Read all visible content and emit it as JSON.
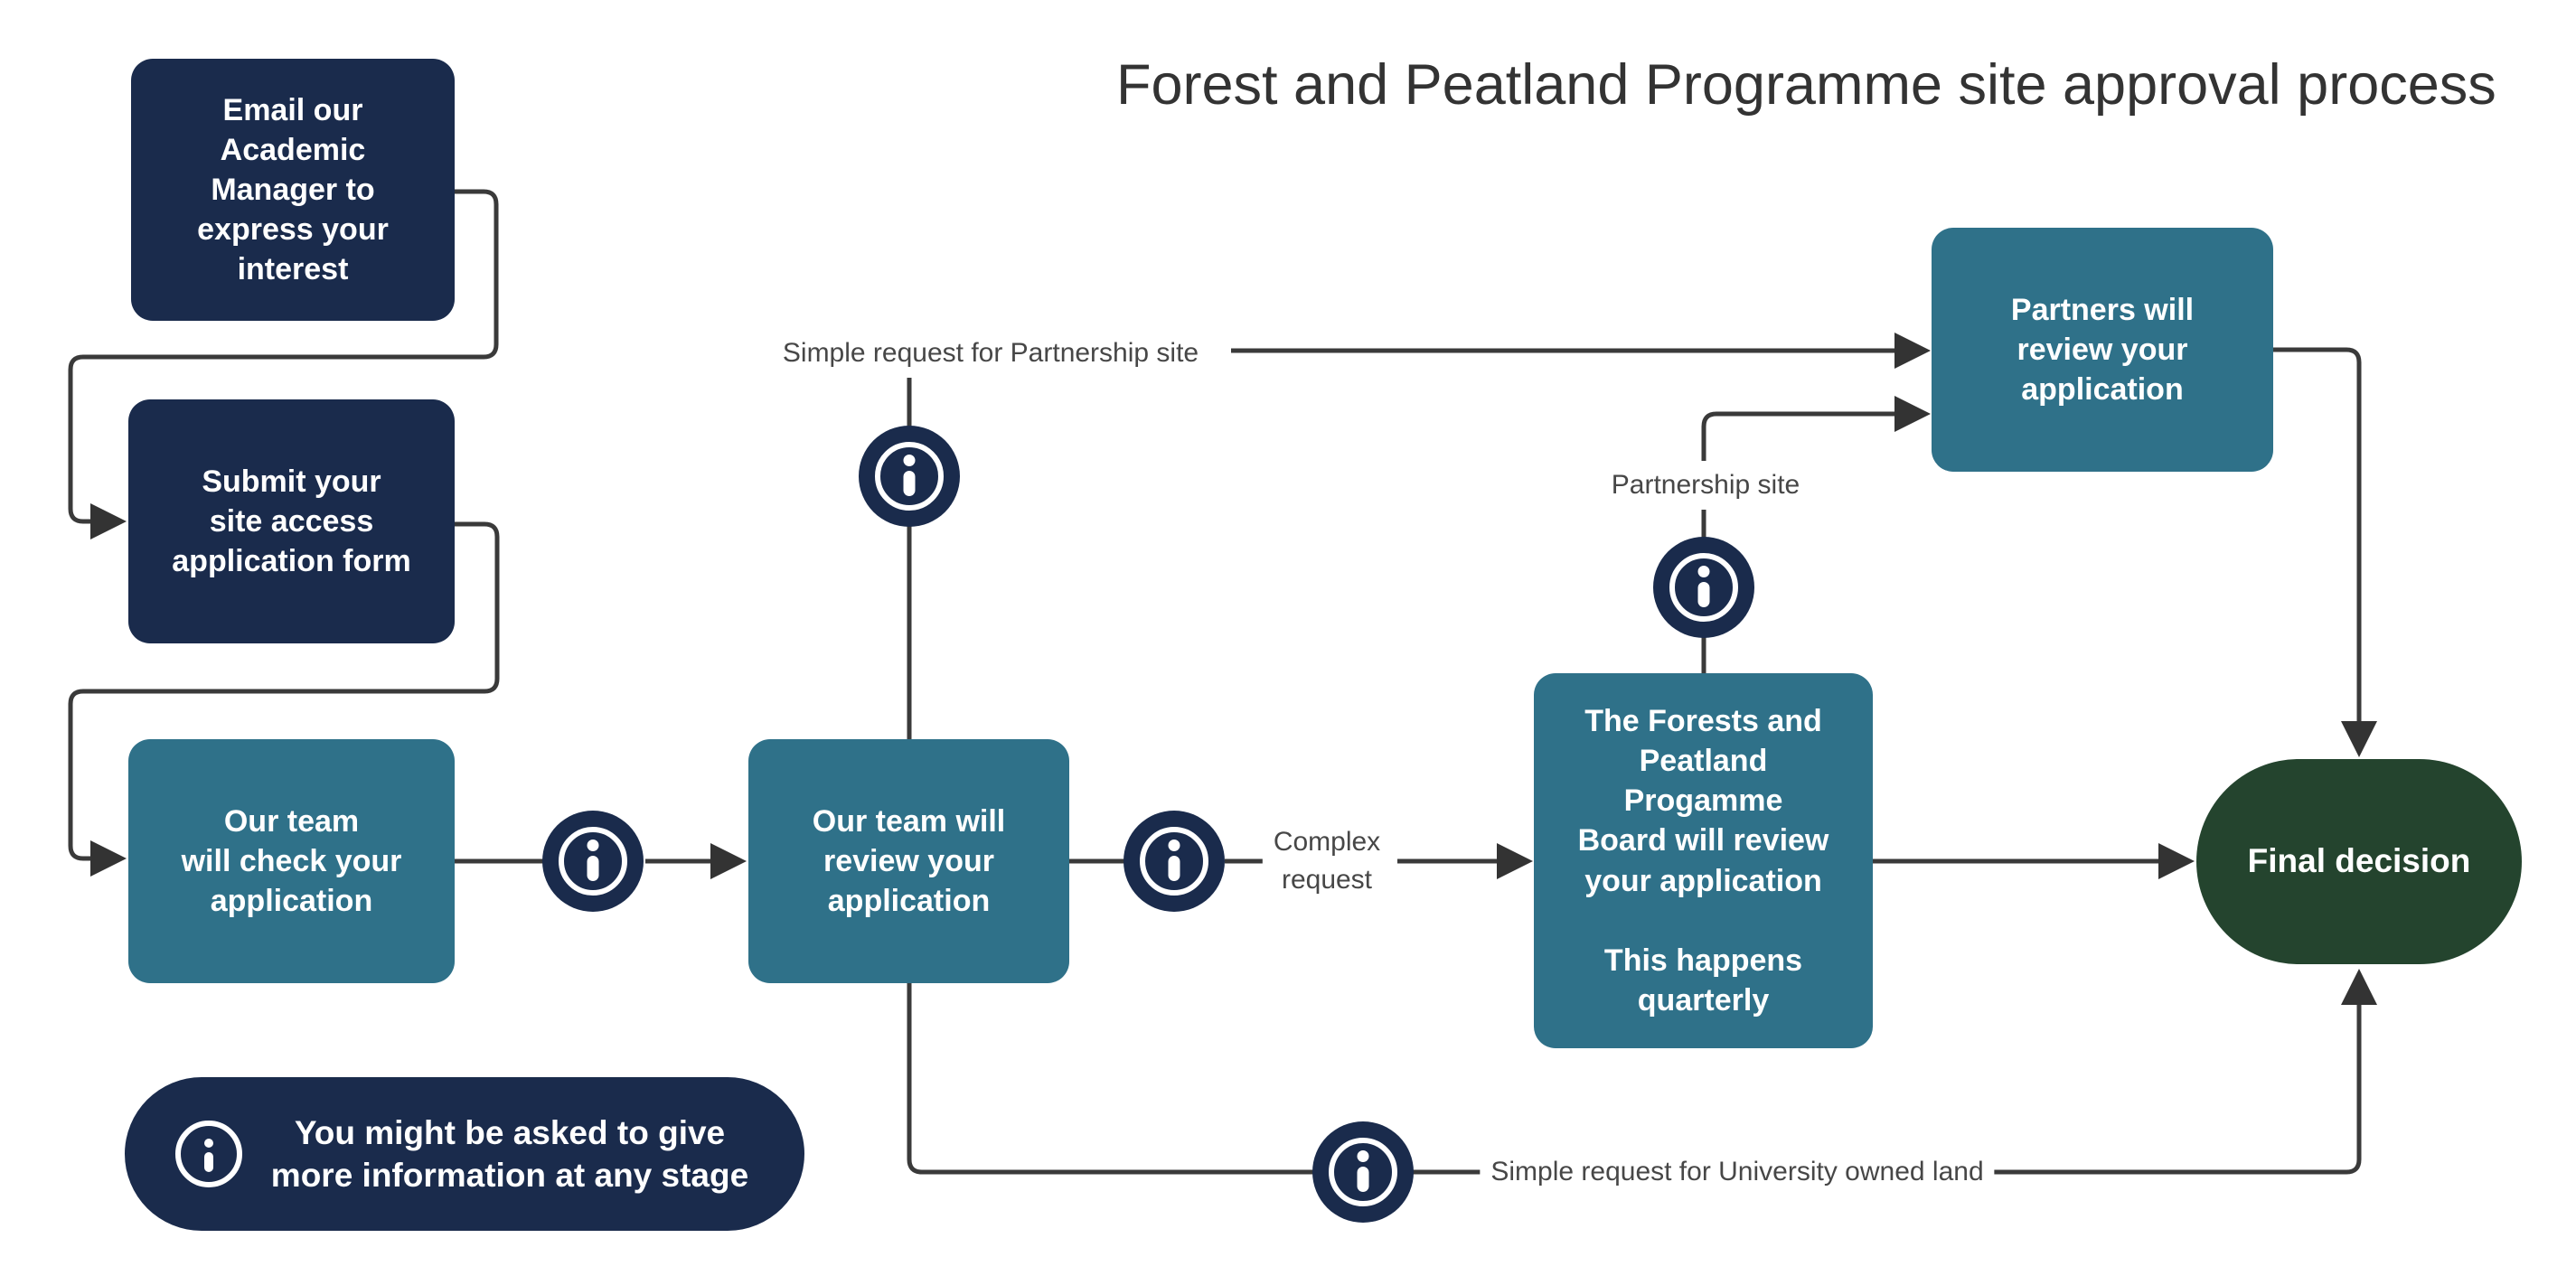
{
  "title": "Forest and Peatland Programme site approval process",
  "colors": {
    "navy": "#1A2B4C",
    "teal": "#2F7189",
    "green": "#24442E",
    "line": "#3A3A3A",
    "arrowhead": "#333333",
    "label_text": "#474747",
    "node_text": "#FFFFFF"
  },
  "icons": {
    "info": "info-icon (navy circle, white ring, white letter i)"
  },
  "nodes": {
    "email": {
      "text": "Email our\nAcademic\nManager to\nexpress your\ninterest"
    },
    "submit": {
      "text": "Submit your\nsite access\napplication form"
    },
    "check": {
      "text": "Our team\nwill check your\napplication"
    },
    "review": {
      "text": "Our team will\nreview your\napplication"
    },
    "board": {
      "text": "The Forests and\nPeatland\nProgamme\nBoard will review\nyour application\n\nThis happens\nquarterly"
    },
    "partners": {
      "text": "Partners will\nreview your\napplication"
    },
    "final": {
      "text": "Final decision"
    },
    "note": {
      "text": "You might be asked to give\nmore information at any stage"
    }
  },
  "edge_labels": {
    "simple_partnership": "Simple request for Partnership site",
    "partnership_site": "Partnership site",
    "complex_request": "Complex\nrequest",
    "simple_university": "Simple request for University owned land"
  }
}
